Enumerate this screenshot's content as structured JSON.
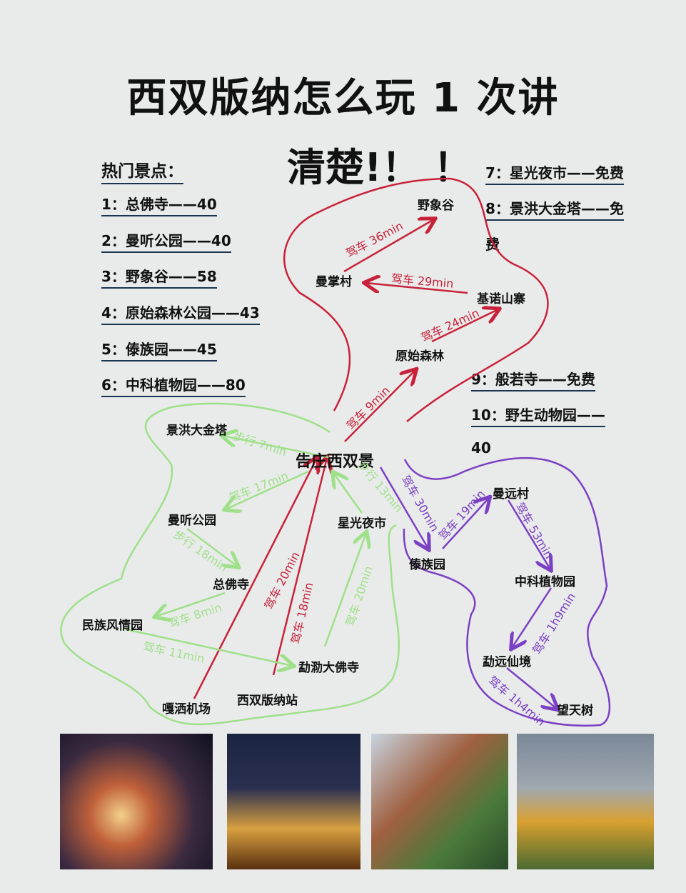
{
  "title": "西双版纳怎么玩 1 次讲",
  "title_cont": "清楚!！ ！",
  "list_heading": "热门景点：",
  "list": [
    "1：总佛寺——40",
    "2：曼听公园——40",
    "3：野象谷——58",
    "4：原始森林公园——43",
    "5：傣族园——45",
    "6：中科植物园——80",
    "7：星光夜市——免费",
    "8：景洪大金塔——免",
    "费",
    "9：般若寺——免费",
    "10：野生动物园——",
    "40"
  ],
  "nodes": {
    "gaozhuang": "告庄西双景",
    "yexianggu": "野象谷",
    "manzhang": "曼掌村",
    "jinuo": "基诺山寨",
    "yuanshi": "原始森林",
    "jinta": "景洪大金塔",
    "manting": "曼听公园",
    "zongfo": "总佛寺",
    "minzu": "民族风情园",
    "xingguang": "星光夜市",
    "menglei": "勐泐大佛寺",
    "jichang": "嘎洒机场",
    "zhan": "西双版纳站",
    "daizu": "傣族园",
    "manyuan": "曼远村",
    "zhongke": "中科植物园",
    "mengyuan": "勐远仙境",
    "wangtian": "望天树"
  },
  "routes": {
    "r1": "驾车 36min",
    "r2": "驾车 29min",
    "r3": "驾车 24min",
    "r4": "驾车 9min",
    "r5": "驾车 20min",
    "r6": "驾车 18min",
    "g1": "步行 7min",
    "g2": "驾车 17min",
    "g3": "步行 18min",
    "g4": "驾车 8min",
    "g5": "驾车 11min",
    "g6": "驾车 20min",
    "g7": "步行 13min",
    "p1": "驾车 30min",
    "p2": "驾车 19min",
    "p3": "驾车 53min",
    "p4": "驾车 1h9min",
    "p5": "驾车 1h4min"
  },
  "colors": {
    "red": "#c8223a",
    "green": "#9fe08a",
    "purple": "#7b40c4",
    "background": "#e9ebea"
  }
}
